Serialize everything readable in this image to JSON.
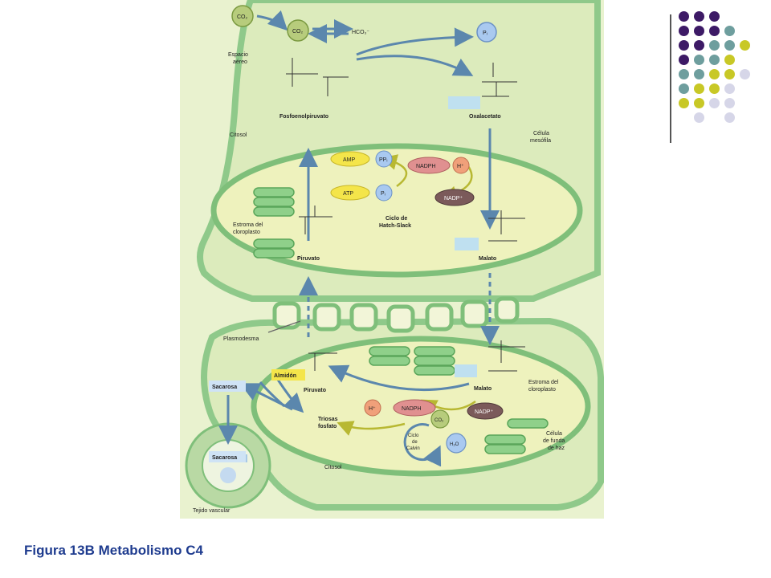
{
  "caption": "Figura 13B Metabolismo C4",
  "palette": {
    "purple": "#3d1a66",
    "teal": "#6e9e9e",
    "olive": "#c8c826",
    "lavender": "#d6d6e8",
    "cell_fill": "#dcebbc",
    "membrane": "#8fc98a",
    "chloroplast": "#eef2bd",
    "arrow": "#5b87ad"
  },
  "labels": {
    "co2_top": "CO₂",
    "co2_in": "CO₂",
    "hco3": "HCO₃⁻",
    "pi_top": "Pᵢ",
    "espacio": "Espacio",
    "aereo": "aéreo",
    "fosfo_name": "Fosfoenolpiruvato",
    "oxala_name": "Oxalacetato",
    "citosol_top": "Citosol",
    "celula_mes_1": "Célula",
    "celula_mes_2": "mesófila",
    "amp": "AMP",
    "ppi": "PPᵢ",
    "atp": "ATP",
    "pi_mid": "Pᵢ",
    "nadph_top": "NADPH",
    "h_top": "H⁺",
    "nadp_top": "NADP⁺",
    "ciclo_1": "Ciclo de",
    "ciclo_2": "Hatch-Slack",
    "estroma_1": "Estroma del",
    "estroma_2": "cloroplasto",
    "piruvato_top": "Piruvato",
    "malato_top": "Malato",
    "plasmodesma": "Plasmodesma",
    "almidon": "Almidón",
    "sacarosa_1": "Sacarosa",
    "piruvato_bot": "Piruvato",
    "malato_bot": "Malato",
    "estroma_b1": "Estroma del",
    "estroma_b2": "cloroplasto",
    "h_bot": "H⁺",
    "nadph_bot": "NADPH",
    "nadp_bot": "NADP⁺",
    "co2_bot": "CO₂",
    "triosas_1": "Triosas",
    "triosas_2": "fosfato",
    "calvin_1": "Ciclo",
    "calvin_2": "de",
    "calvin_3": "Calvin",
    "h2o": "H₂O",
    "bundle_1": "Célula",
    "bundle_2": "de funda",
    "bundle_3": "de haz",
    "sacarosa_2": "Sacarosa",
    "citosol_bot": "Citosol",
    "tejido": "Tejido vascular"
  }
}
